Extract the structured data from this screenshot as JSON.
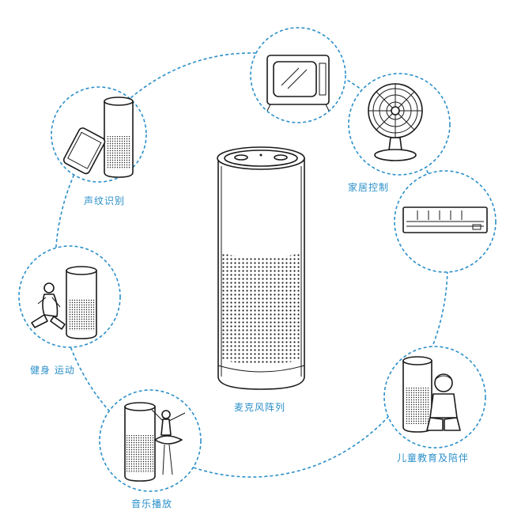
{
  "diagram": {
    "center_label": "麦克风阵列",
    "features": [
      {
        "key": "voice",
        "label": "声纹识别"
      },
      {
        "key": "home",
        "label": "家居控制"
      },
      {
        "key": "fitness",
        "label": "健身 运动"
      },
      {
        "key": "child",
        "label": "儿童教育及陪伴"
      },
      {
        "key": "music",
        "label": "音乐播放"
      }
    ]
  },
  "colors": {
    "accent": "#2a8fc9",
    "ink": "#1a1a1a"
  },
  "icons": [
    "smartphone-icon",
    "tv-icon",
    "fan-icon",
    "air-conditioner-icon",
    "child-icon",
    "ballerina-icon",
    "fitness-person-icon",
    "smart-speaker-icon"
  ]
}
